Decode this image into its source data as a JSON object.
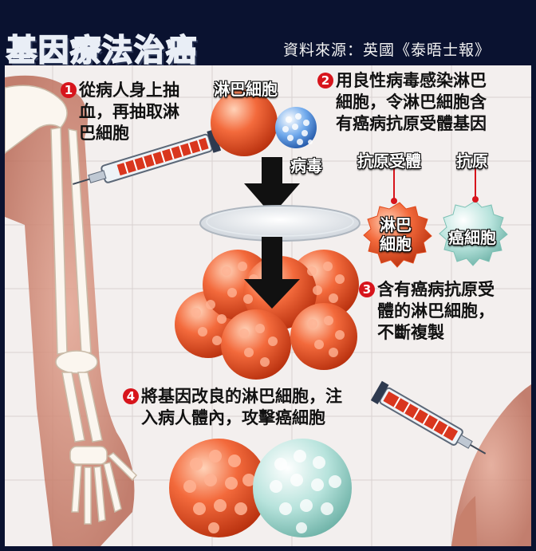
{
  "title": "基因療法治癌",
  "source": "資料來源：英國《泰晤士報》",
  "labels": {
    "lymphocyte": "淋巴細胞",
    "virus": "病毒",
    "antigen_receptor": "抗原受體",
    "antigen": "抗原",
    "lymph_cell_line1": "淋巴",
    "lymph_cell_line2": "細胞",
    "cancer_cell": "癌細胞"
  },
  "steps": [
    {
      "num": "1",
      "lines": [
        "從病人身上抽",
        "血，再抽取淋",
        "巴細胞"
      ]
    },
    {
      "num": "2",
      "lines": [
        "用良性病毒感染淋巴",
        "細胞，令淋巴細胞含",
        "有癌病抗原受體基因"
      ]
    },
    {
      "num": "3",
      "lines": [
        "含有癌病抗原受",
        "體的淋巴細胞，",
        "不斷複製"
      ]
    },
    {
      "num": "4",
      "lines": [
        "將基因改良的淋巴細胞，注",
        "入病人體內，攻擊癌細胞"
      ]
    }
  ],
  "colors": {
    "background": "#0a1230",
    "panel": "#f3efee",
    "lymph": "#e8532a",
    "cancer": "#9fd5cc",
    "virus": "#3b7fd0",
    "step_badge": "#d7151c"
  }
}
